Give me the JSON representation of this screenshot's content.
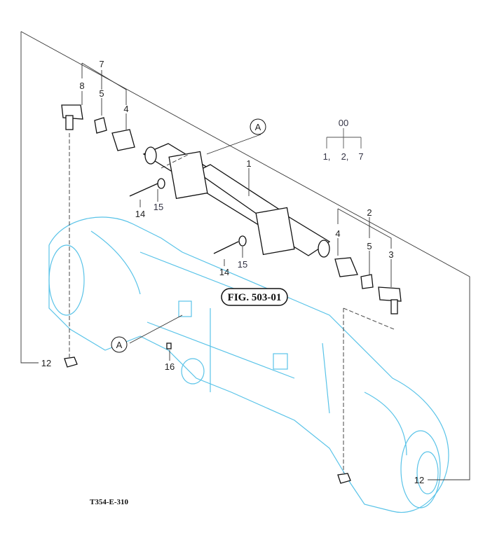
{
  "figure_code": "T354-E-310",
  "figure_ref": "FIG. 503-01",
  "view_marker": "A",
  "assembly_tree": {
    "root": "00",
    "children": [
      "1,",
      "2,",
      "7"
    ]
  },
  "callouts": {
    "p1": "1",
    "p2": "2",
    "p3": "3",
    "p4_left": "4",
    "p4_right": "4",
    "p5_left": "5",
    "p5_right": "5",
    "p7": "7",
    "p8": "8",
    "p12_left": "12",
    "p12_right": "12",
    "p14_upper": "14",
    "p14_lower": "14",
    "p15_upper": "15",
    "p15_lower": "15",
    "p16": "16"
  },
  "colors": {
    "axle": "#59c3e8",
    "parts": "#111111"
  }
}
